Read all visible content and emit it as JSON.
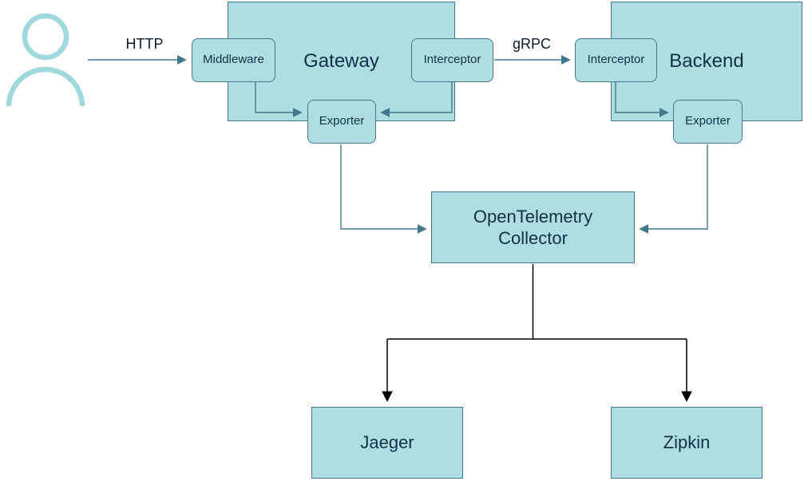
{
  "diagram": {
    "nodes": {
      "middleware": {
        "label": "Middleware"
      },
      "gateway": {
        "label": "Gateway"
      },
      "gateway_interceptor": {
        "label": "Interceptor"
      },
      "gateway_exporter": {
        "label": "Exporter"
      },
      "backend": {
        "label": "Backend"
      },
      "backend_interceptor": {
        "label": "Interceptor"
      },
      "backend_exporter": {
        "label": "Exporter"
      },
      "collector": {
        "lines": [
          "OpenTelemetry",
          "Collector"
        ]
      },
      "jaeger": {
        "label": "Jaeger"
      },
      "zipkin": {
        "label": "Zipkin"
      }
    },
    "edges": {
      "http": {
        "label": "HTTP"
      },
      "grpc": {
        "label": "gRPC"
      }
    },
    "connections": [
      {
        "from": "user",
        "to": "middleware",
        "label": "HTTP"
      },
      {
        "from": "middleware",
        "to": "gateway_exporter",
        "label": ""
      },
      {
        "from": "gateway_interceptor",
        "to": "gateway_exporter",
        "label": ""
      },
      {
        "from": "gateway_interceptor",
        "to": "backend_interceptor",
        "label": "gRPC"
      },
      {
        "from": "backend_interceptor",
        "to": "backend_exporter",
        "label": ""
      },
      {
        "from": "gateway_exporter",
        "to": "collector",
        "label": ""
      },
      {
        "from": "backend_exporter",
        "to": "collector",
        "label": ""
      },
      {
        "from": "collector",
        "to": "jaeger",
        "label": ""
      },
      {
        "from": "collector",
        "to": "zipkin",
        "label": ""
      }
    ],
    "icons": {
      "user": "person-outline"
    },
    "colors": {
      "node_fill": "#aedde2",
      "node_stroke": "#41788e",
      "node_text": "#12304a",
      "person_stroke": "#9fd8dd",
      "arrow_blue": "#41788e",
      "arrow_black": "#000000",
      "background": "#ffffff"
    }
  }
}
